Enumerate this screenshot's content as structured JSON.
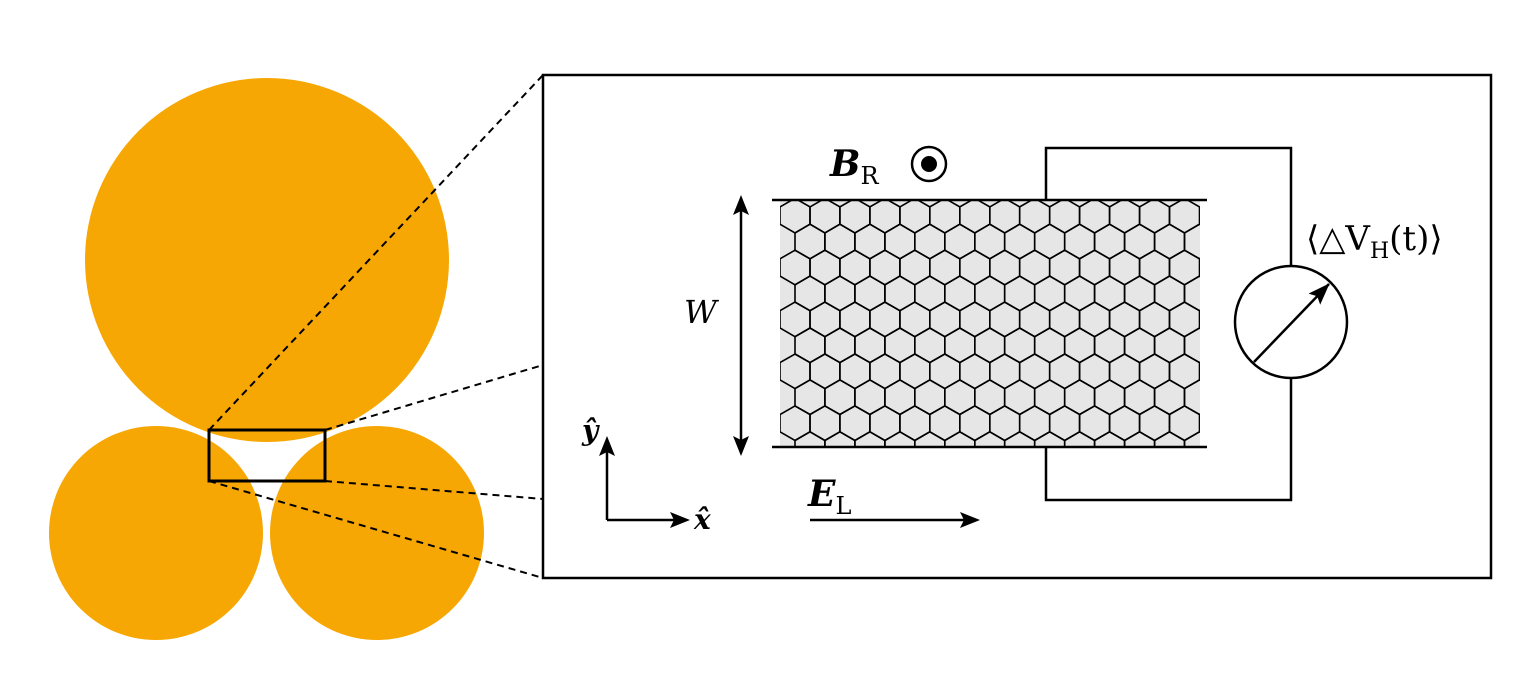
{
  "colors": {
    "sphere": "#F7A704",
    "stroke": "#000000",
    "sample_fill": "#E6E6E6",
    "background": "#FFFFFF"
  },
  "labels": {
    "field_b_symbol": "B",
    "field_b_subscript": "R",
    "field_e_symbol": "E",
    "field_e_subscript": "L",
    "width_label": "W",
    "y_axis": "ŷ",
    "x_axis": "x̂",
    "voltage_open": "⟨△V",
    "voltage_subscript": "H",
    "voltage_close": "(t)⟩"
  },
  "icons": {
    "field_direction": "out-of-plane-dot-icon",
    "meter": "voltmeter-icon"
  }
}
